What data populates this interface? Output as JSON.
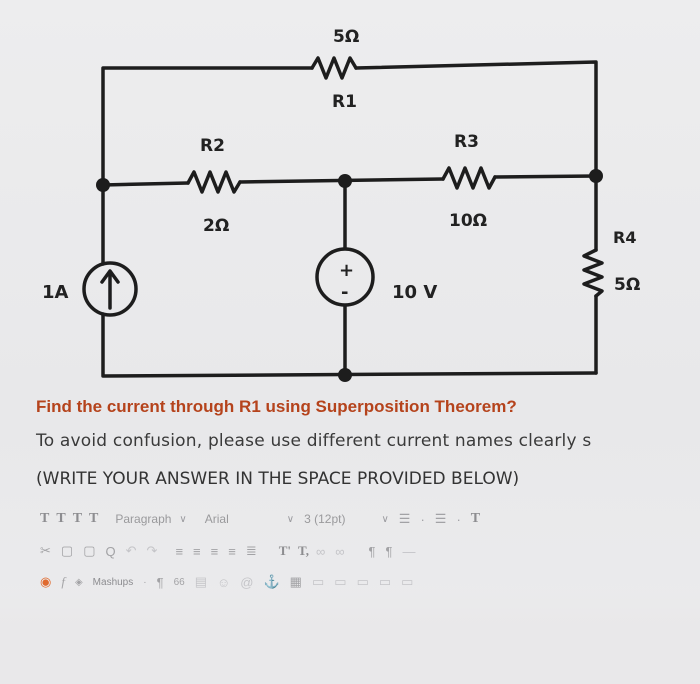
{
  "circuit": {
    "r1_label": "R1",
    "r1_value": "5Ω",
    "r2_label": "R2",
    "r2_value": "2Ω",
    "r3_label": "R3",
    "r3_value": "10Ω",
    "r4_label": "R4",
    "r4_value": "5Ω",
    "current_source": "1A",
    "voltage_source": "10 V",
    "voltage_plus": "+",
    "voltage_minus": "-"
  },
  "question": {
    "line1": "Find the current through R1 using Superposition Theorem?",
    "line2": "To avoid confusion, please use different current names clearly s",
    "line3": "(WRITE YOUR ANSWER IN THE SPACE PROVIDED BELOW)"
  },
  "editor": {
    "format_buttons": [
      "T",
      "T",
      "T",
      "T"
    ],
    "paragraph_select": "Paragraph",
    "font_select": "Arial",
    "size_select": "3 (12pt)",
    "superscript": "T'",
    "subscript": "T,",
    "mashups_label": "Mashups",
    "function_label": "f",
    "quote_label": "66"
  },
  "colors": {
    "question_title": "#b5431c",
    "accent_orange": "#e06a2e",
    "toolbar_gray": "#9a9a9c"
  }
}
